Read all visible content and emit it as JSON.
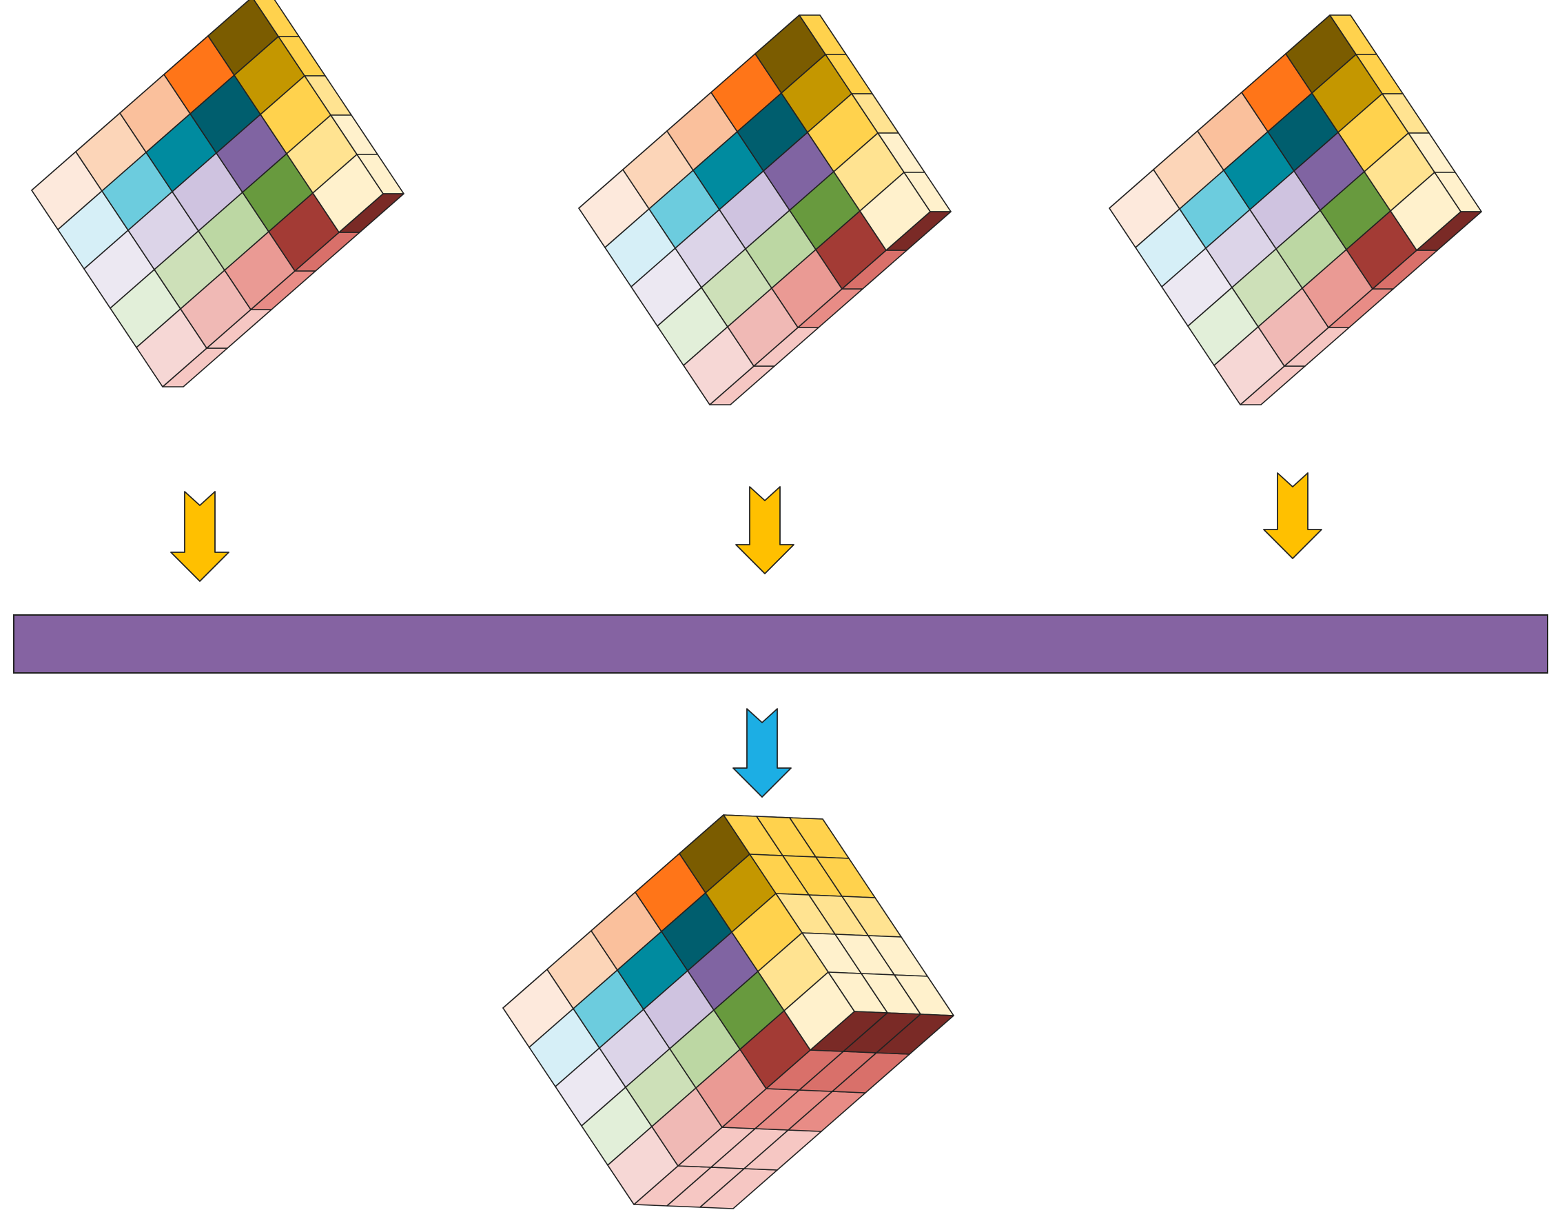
{
  "palette": {
    "orange": [
      "#FDE9DC",
      "#FCD5B8",
      "#FAC09C",
      "#FF7518"
    ],
    "teal": [
      "#D6EFF7",
      "#6CCCDE",
      "#008B9F",
      "#005E6E"
    ],
    "lavender": [
      "#ECE8F2",
      "#DCD4E8",
      "#CFC3E0",
      "#8064A2"
    ],
    "green": [
      "#E2EFD9",
      "#CDE0B8",
      "#BCD7A3",
      "#689A3E"
    ],
    "red": [
      "#F6D7D5",
      "#F0B9B5",
      "#EA9A94",
      "#A33B35"
    ],
    "gold": [
      "#FFF1CC",
      "#FFE391",
      "#FFD24D",
      "#C49700",
      "#7B5C00"
    ],
    "top_gold": [
      "#FFD23F",
      "#F2B600",
      "#FFC000",
      "#E8A900"
    ],
    "side_red": [
      "#F6C7C3",
      "#E88C86",
      "#D9706A",
      "#7A2A26"
    ],
    "input_arrow": "#FFC000",
    "output_arrow": "#1CAEE4",
    "fusion_bar": "#8563A2",
    "stroke": "#222222"
  },
  "diagram": {
    "inputs": [
      {
        "name": "input-tensor-1",
        "depth": 1
      },
      {
        "name": "input-tensor-2",
        "depth": 1
      },
      {
        "name": "input-tensor-3",
        "depth": 1
      }
    ],
    "output": {
      "name": "output-tensor",
      "depth": 3
    }
  }
}
